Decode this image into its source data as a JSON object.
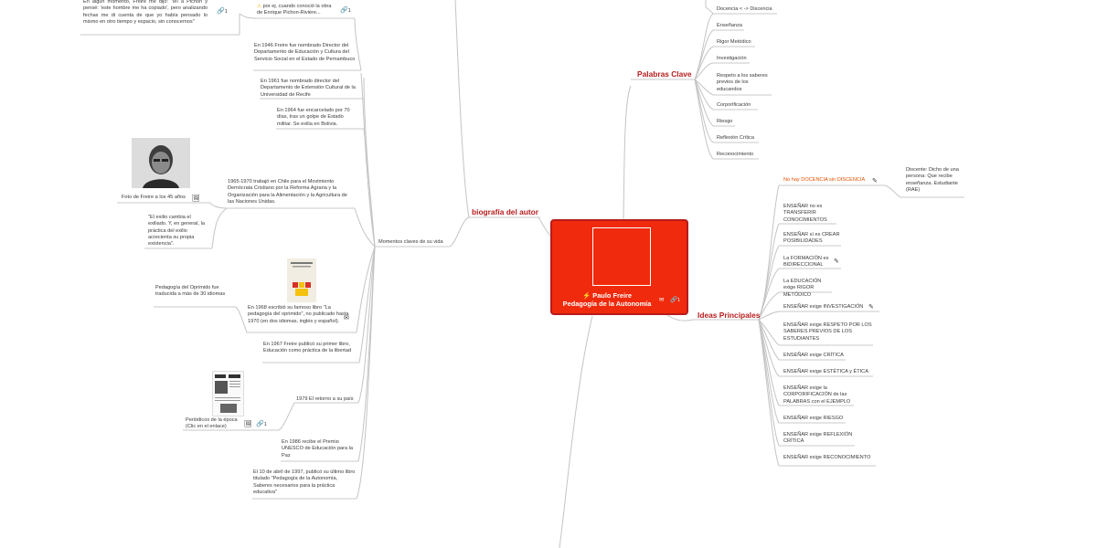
{
  "root": {
    "icon": "bolt-icon",
    "title_line1": "Paulo Freire",
    "title_line2": "Pedagogía de la Autonomía",
    "link_count": "1"
  },
  "branches": {
    "biografia": "biografía del autor",
    "palabras": "Palabras Clave",
    "ideas": "Ideas Principales",
    "momentos": "Momentos claves de su vida"
  },
  "biografia_top": {
    "quote": "En algún momento, Freire me dijo: \"leí a Pichon y pensé: 'este hombre me ha copiado', pero analizando fechas me di cuenta de que yo había pensado lo mismo en otro tiempo y espacio, sin conocernos\"",
    "quote_links": "1",
    "pichon": "por ej. cuando conoció la obra de Enrique Pichon-Rivière...",
    "pichon_links": "1"
  },
  "momentos": [
    "En 1946 Freire fue nombrado Director del Departamento de Educación y Cultura del Servicio Social en el Estado de Pernambuco",
    "En 1961 fue nombrado director del Departamento de Extensión Cultural de la Universidad de Recife",
    "En 1964 fue encarcelado por 70 días, tras un golpe de Estado militar. Se exilia en Bolivia.",
    "1965-1970 trabajó en Chile para el Movimiento Demócrata Cristiano por la Reforma Agraria y la Organización para la Alimentación y la Agricultura de las Naciones Unidas.",
    "En 1968 escribió su famoso libro \"La pedagogía del oprimido\", no publicado hasta 1970 (en dos idiomas, inglés y español).",
    "En 1967 Freire publicó su primer libro, Educación como práctica de la libertad",
    "1979 El retorno a su país",
    "En 1986 recibe el Premio UNESCO de Educación para la Paz",
    "El 10 de abril de 1997, publicó su último libro titulado \"Pedagogía de la Autonomía, Saberes necesarios para la práctica educativa\""
  ],
  "momentos_children": {
    "foto": "Foto de Freire a los 45 años",
    "exilio": "\"El exilio cambia el exiliado. Y, en general, la práctica del exilio acrecienta su propia existencia\".",
    "oprimido": "Pedagogía del Oprimido fue traducida a más de 30 idiomas",
    "periodicos": "Periódicos de la época (Clic en el enlace)",
    "periodicos_links": "1"
  },
  "palabras_clave": [
    "Docencia < -> Discencia",
    "Enseñanza",
    "Rigor Metódico",
    "Investigación",
    "Respeto a los saberes previos de los educandos",
    "Corporificación",
    "Riesgo",
    "Reflexión Crítica",
    "Reconocimiento"
  ],
  "ideas_principales": [
    "No hay DOCENCIA sin DISCENCIA",
    "ENSEÑAR no es TRANSFERIR CONOCIMIENTOS",
    "ENSEÑAR sí es CREAR POSIBILIDADES",
    "La FORMACIÓN es BIDIRECCIONAL",
    "La EDUCACIÓN exige RIGOR METÓDICO",
    "ENSEÑAR exige INVESTIGACIÓN",
    "ENSEÑAR exige RESPETO POR LOS SABERES PREVIOS DE LOS ESTUDIANTES",
    "ENSEÑAR exige CRÍTICA",
    "ENSEÑAR exige ESTÉTICA y ÉTICA",
    "ENSEÑAR exige la CORPORIFICACIÓN de las PALABRAS con el EJEMPLO",
    "ENSEÑAR exige RIESGO",
    "ENSEÑAR exige REFLEXIÓN CRÍTICA",
    "ENSEÑAR exige RECONOCIMIENTO"
  ],
  "discente_def": "Discente: Dicho de una persona: Que recibe enseñanza. Estudiante (RAE)",
  "colors": {
    "root_fill": "#f02a0c",
    "branch_text": "#b71c1c",
    "highlight_text": "#e65100",
    "connector": "#c4c4c4"
  }
}
